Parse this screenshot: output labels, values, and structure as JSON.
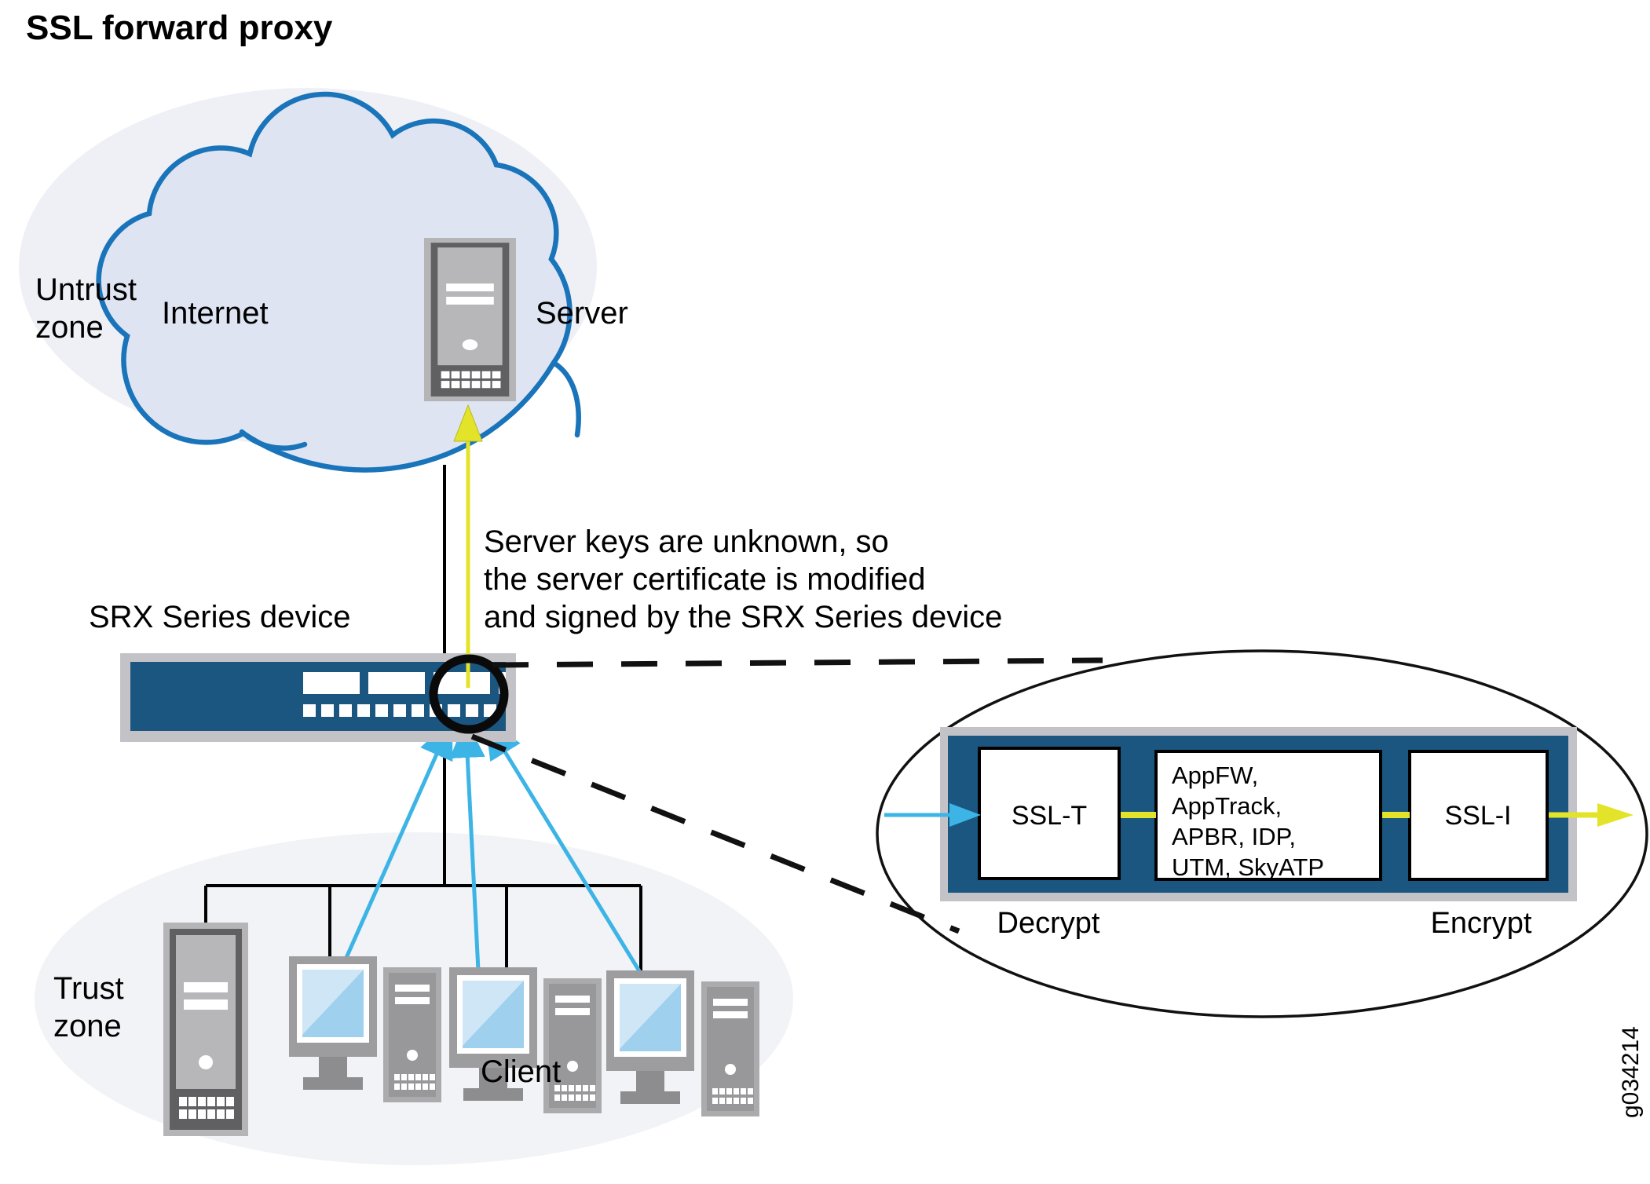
{
  "title": "SSL forward proxy",
  "zones": {
    "untrust": {
      "line1": "Untrust",
      "line2": "zone",
      "internet": "Internet",
      "server": "Server"
    },
    "trust": {
      "line1": "Trust",
      "line2": "zone",
      "client": "Client"
    }
  },
  "srx": {
    "label": "SRX Series device"
  },
  "annotation": {
    "lines": [
      "Server keys are unknown, so",
      "the server certificate is modified",
      "and signed by the SRX Series device"
    ]
  },
  "detail": {
    "ssl_t": "SSL-T",
    "services": [
      "AppFW,",
      "AppTrack,",
      "APBR, IDP,",
      "UTM, SkyATP"
    ],
    "ssl_i": "SSL-I",
    "decrypt": "Decrypt",
    "encrypt": "Encrypt"
  },
  "watermark": "g034214",
  "colors": {
    "device_blue": "#1b5680",
    "cloud_stroke": "#1a74ba",
    "cloud_fill": "#dfe4f3",
    "untrust_zone_fill": "#eef0f6",
    "trust_zone_fill": "#f1f3f6",
    "cyan_arrow": "#3cb4e6",
    "yellow_arrow": "#e3e32a",
    "frame_gray": "#c3c3c7",
    "screen_blue": "#9fd0ee"
  }
}
